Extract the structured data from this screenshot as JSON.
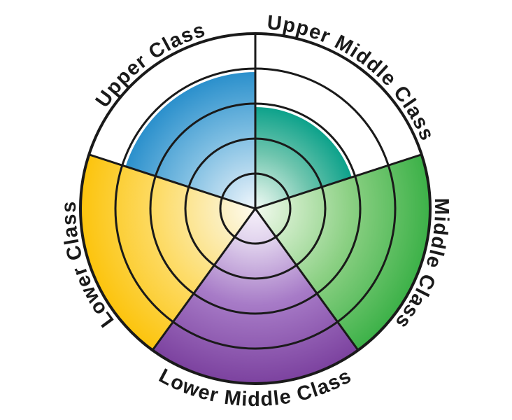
{
  "chart_data": {
    "type": "polar_area",
    "title": "",
    "angle_convention": "degrees clockwise from 12 o'clock",
    "categories": [
      "Upper Middle Class",
      "Middle Class",
      "Lower Middle Class",
      "Lower Class",
      "Upper Class"
    ],
    "values_fraction_of_max_radius": [
      0.58,
      1.0,
      1.0,
      1.0,
      0.78
    ],
    "ring_fractions": [
      0.2,
      0.4,
      0.6,
      0.8,
      1.0
    ],
    "grid_color": "#1a1a1a",
    "background_color": "#ffffff",
    "sectors": [
      {
        "label": "Upper Middle Class",
        "start_deg": 0,
        "end_deg": 72,
        "value_fraction": 0.58,
        "edge_color": "#0DA28B",
        "gradient_stops": [
          [
            "0",
            "#F0FAF5"
          ],
          [
            "0.2",
            "#C4E8DB"
          ],
          [
            "0.55",
            "#6FC5AE"
          ],
          [
            "1",
            "#0DA28B"
          ]
        ],
        "label_side": "outer"
      },
      {
        "label": "Middle Class",
        "start_deg": 72,
        "end_deg": 144,
        "value_fraction": 1.0,
        "edge_color": "#3CB148",
        "gradient_stops": [
          [
            "0",
            "#F2FAEF"
          ],
          [
            "0.2",
            "#CDEBC6"
          ],
          [
            "0.55",
            "#8BD083"
          ],
          [
            "1",
            "#3CB148"
          ]
        ],
        "label_side": "outer"
      },
      {
        "label": "Lower Middle Class",
        "start_deg": 144,
        "end_deg": 216,
        "value_fraction": 1.0,
        "edge_color": "#7C429F",
        "gradient_stops": [
          [
            "0",
            "#F7F2FA"
          ],
          [
            "0.2",
            "#E0D2ED"
          ],
          [
            "0.55",
            "#A77BC7"
          ],
          [
            "1",
            "#7C429F"
          ]
        ],
        "label_side": "outer-flipped"
      },
      {
        "label": "Lower Class",
        "start_deg": 216,
        "end_deg": 288,
        "value_fraction": 1.0,
        "edge_color": "#FCC40D",
        "gradient_stops": [
          [
            "0",
            "#FFFCEF"
          ],
          [
            "0.2",
            "#FBEFC0"
          ],
          [
            "0.55",
            "#FDDC6A"
          ],
          [
            "1",
            "#FCC40D"
          ]
        ],
        "label_side": "outer"
      },
      {
        "label": "Upper Class",
        "start_deg": 288,
        "end_deg": 360,
        "value_fraction": 0.78,
        "edge_color": "#2B90CC",
        "gradient_stops": [
          [
            "0",
            "#F2F8FD"
          ],
          [
            "0.2",
            "#C6E1F2"
          ],
          [
            "0.55",
            "#7EBEE2"
          ],
          [
            "1",
            "#2B90CC"
          ]
        ],
        "label_side": "outer"
      }
    ]
  }
}
